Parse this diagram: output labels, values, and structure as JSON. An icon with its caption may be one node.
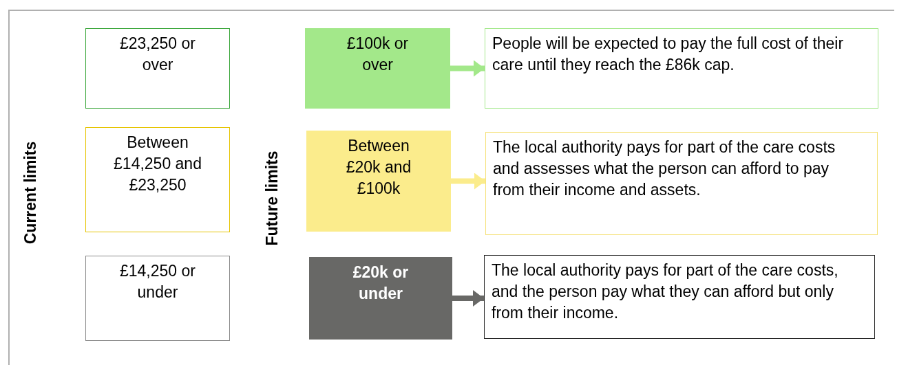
{
  "diagram": {
    "nodes": [
      {
        "text": [
          "£23,250 or over"
        ]
      },
      {
        "text": [
          "£100k or over"
        ]
      },
      {
        "text": [
          "People will be expected to pay the full cost of their care until they reach the £86k cap."
        ]
      },
      {
        "text": [
          "Between £14,250 and £23,250"
        ]
      },
      {
        "text": [
          "Between £20k and £100k"
        ]
      },
      {
        "text": [
          "The local authority pays for part of the care costs and assesses what the person can afford to pay from their income and assets."
        ]
      },
      {
        "text": [
          "£14,250 or under"
        ]
      },
      {
        "text": [
          "£20k or under"
        ]
      },
      {
        "text": [
          "The local authority pays for part of the care costs, and the person pay what they can afford but only from their income."
        ]
      }
    ],
    "edges": [
      {
        "from": 1,
        "to": 2,
        "arrow": "to",
        "color": "#a3e88a"
      },
      {
        "from": 4,
        "to": 5,
        "arrow": "to",
        "color": "#fbec8c"
      },
      {
        "from": 7,
        "to": 8,
        "arrow": "to",
        "color": "#686866"
      }
    ],
    "labels": [
      "Current limits",
      "Future limits"
    ]
  }
}
